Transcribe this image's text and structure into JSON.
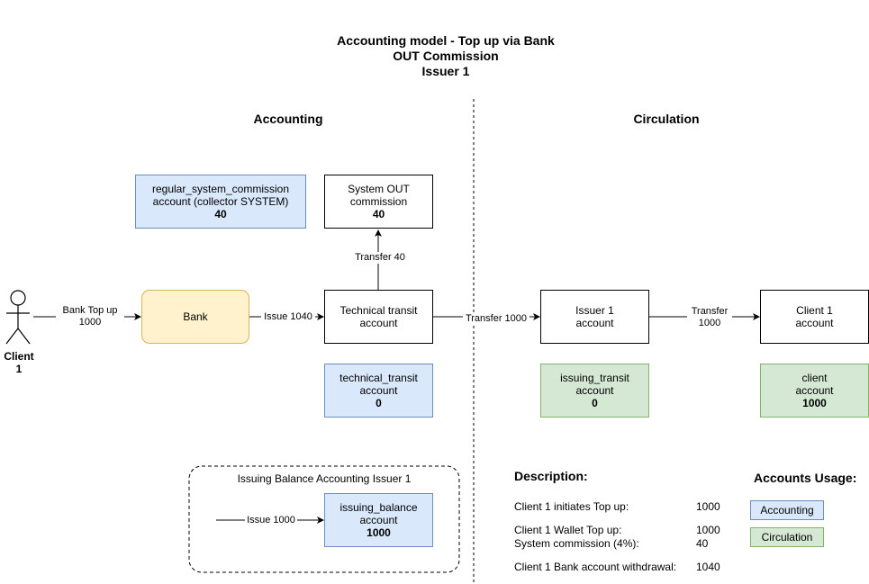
{
  "title": {
    "line1": "Accounting model - Top up via Bank",
    "line2": "OUT Commission",
    "line3": "Issuer 1"
  },
  "sections": {
    "accounting": "Accounting",
    "circulation": "Circulation"
  },
  "actor": {
    "label": "Client 1"
  },
  "nodes": {
    "regular_commission": {
      "line1": "regular_system_commission",
      "line2": "account (collector SYSTEM)",
      "line3": "40"
    },
    "system_out": {
      "line1": "System OUT",
      "line2": "commission",
      "line3": "40"
    },
    "bank": {
      "label": "Bank"
    },
    "technical_transit": {
      "line1": "Technical transit",
      "line2": "account"
    },
    "technical_transit_acc": {
      "line1": "technical_transit",
      "line2": "account",
      "line3": "0"
    },
    "issuer1": {
      "line1": "Issuer 1",
      "line2": "account"
    },
    "issuing_transit_acc": {
      "line1": "issuing_transit",
      "line2": "account",
      "line3": "0"
    },
    "client1": {
      "line1": "Client 1",
      "line2": "account"
    },
    "client_acc": {
      "line1": "client",
      "line2": "account",
      "line3": "1000"
    },
    "issuing_balance": {
      "line1": "issuing_balance",
      "line2": "account",
      "line3": "1000"
    }
  },
  "edges": {
    "bank_topup": {
      "line1": "Bank Top up",
      "line2": "1000"
    },
    "issue_1040": "Issue 1040",
    "transfer_40": "Transfer 40",
    "transfer_1000": "Transfer 1000",
    "transfer_client": {
      "line1": "Transfer",
      "line2": "1000"
    },
    "issue_1000": "Issue 1000"
  },
  "group": {
    "label": "Issuing Balance Accounting Issuer 1"
  },
  "description": {
    "heading": "Description:",
    "rows": [
      {
        "label": "Client 1 initiates Top up:",
        "value": "1000"
      },
      {
        "label": "Client 1 Wallet Top up:",
        "value": "1000"
      },
      {
        "label": "System commission (4%):",
        "value": "40"
      },
      {
        "label": "Client 1 Bank account withdrawal:",
        "value": "1040"
      }
    ]
  },
  "legend": {
    "heading": "Accounts Usage:",
    "accounting": "Accounting",
    "circulation": "Circulation"
  },
  "colors": {
    "blue_fill": "#dae8fc",
    "blue_stroke": "#6c8ebf",
    "green_fill": "#d5e8d4",
    "green_stroke": "#82b366",
    "yellow_fill": "#fff2cc",
    "yellow_stroke": "#d6b656"
  }
}
